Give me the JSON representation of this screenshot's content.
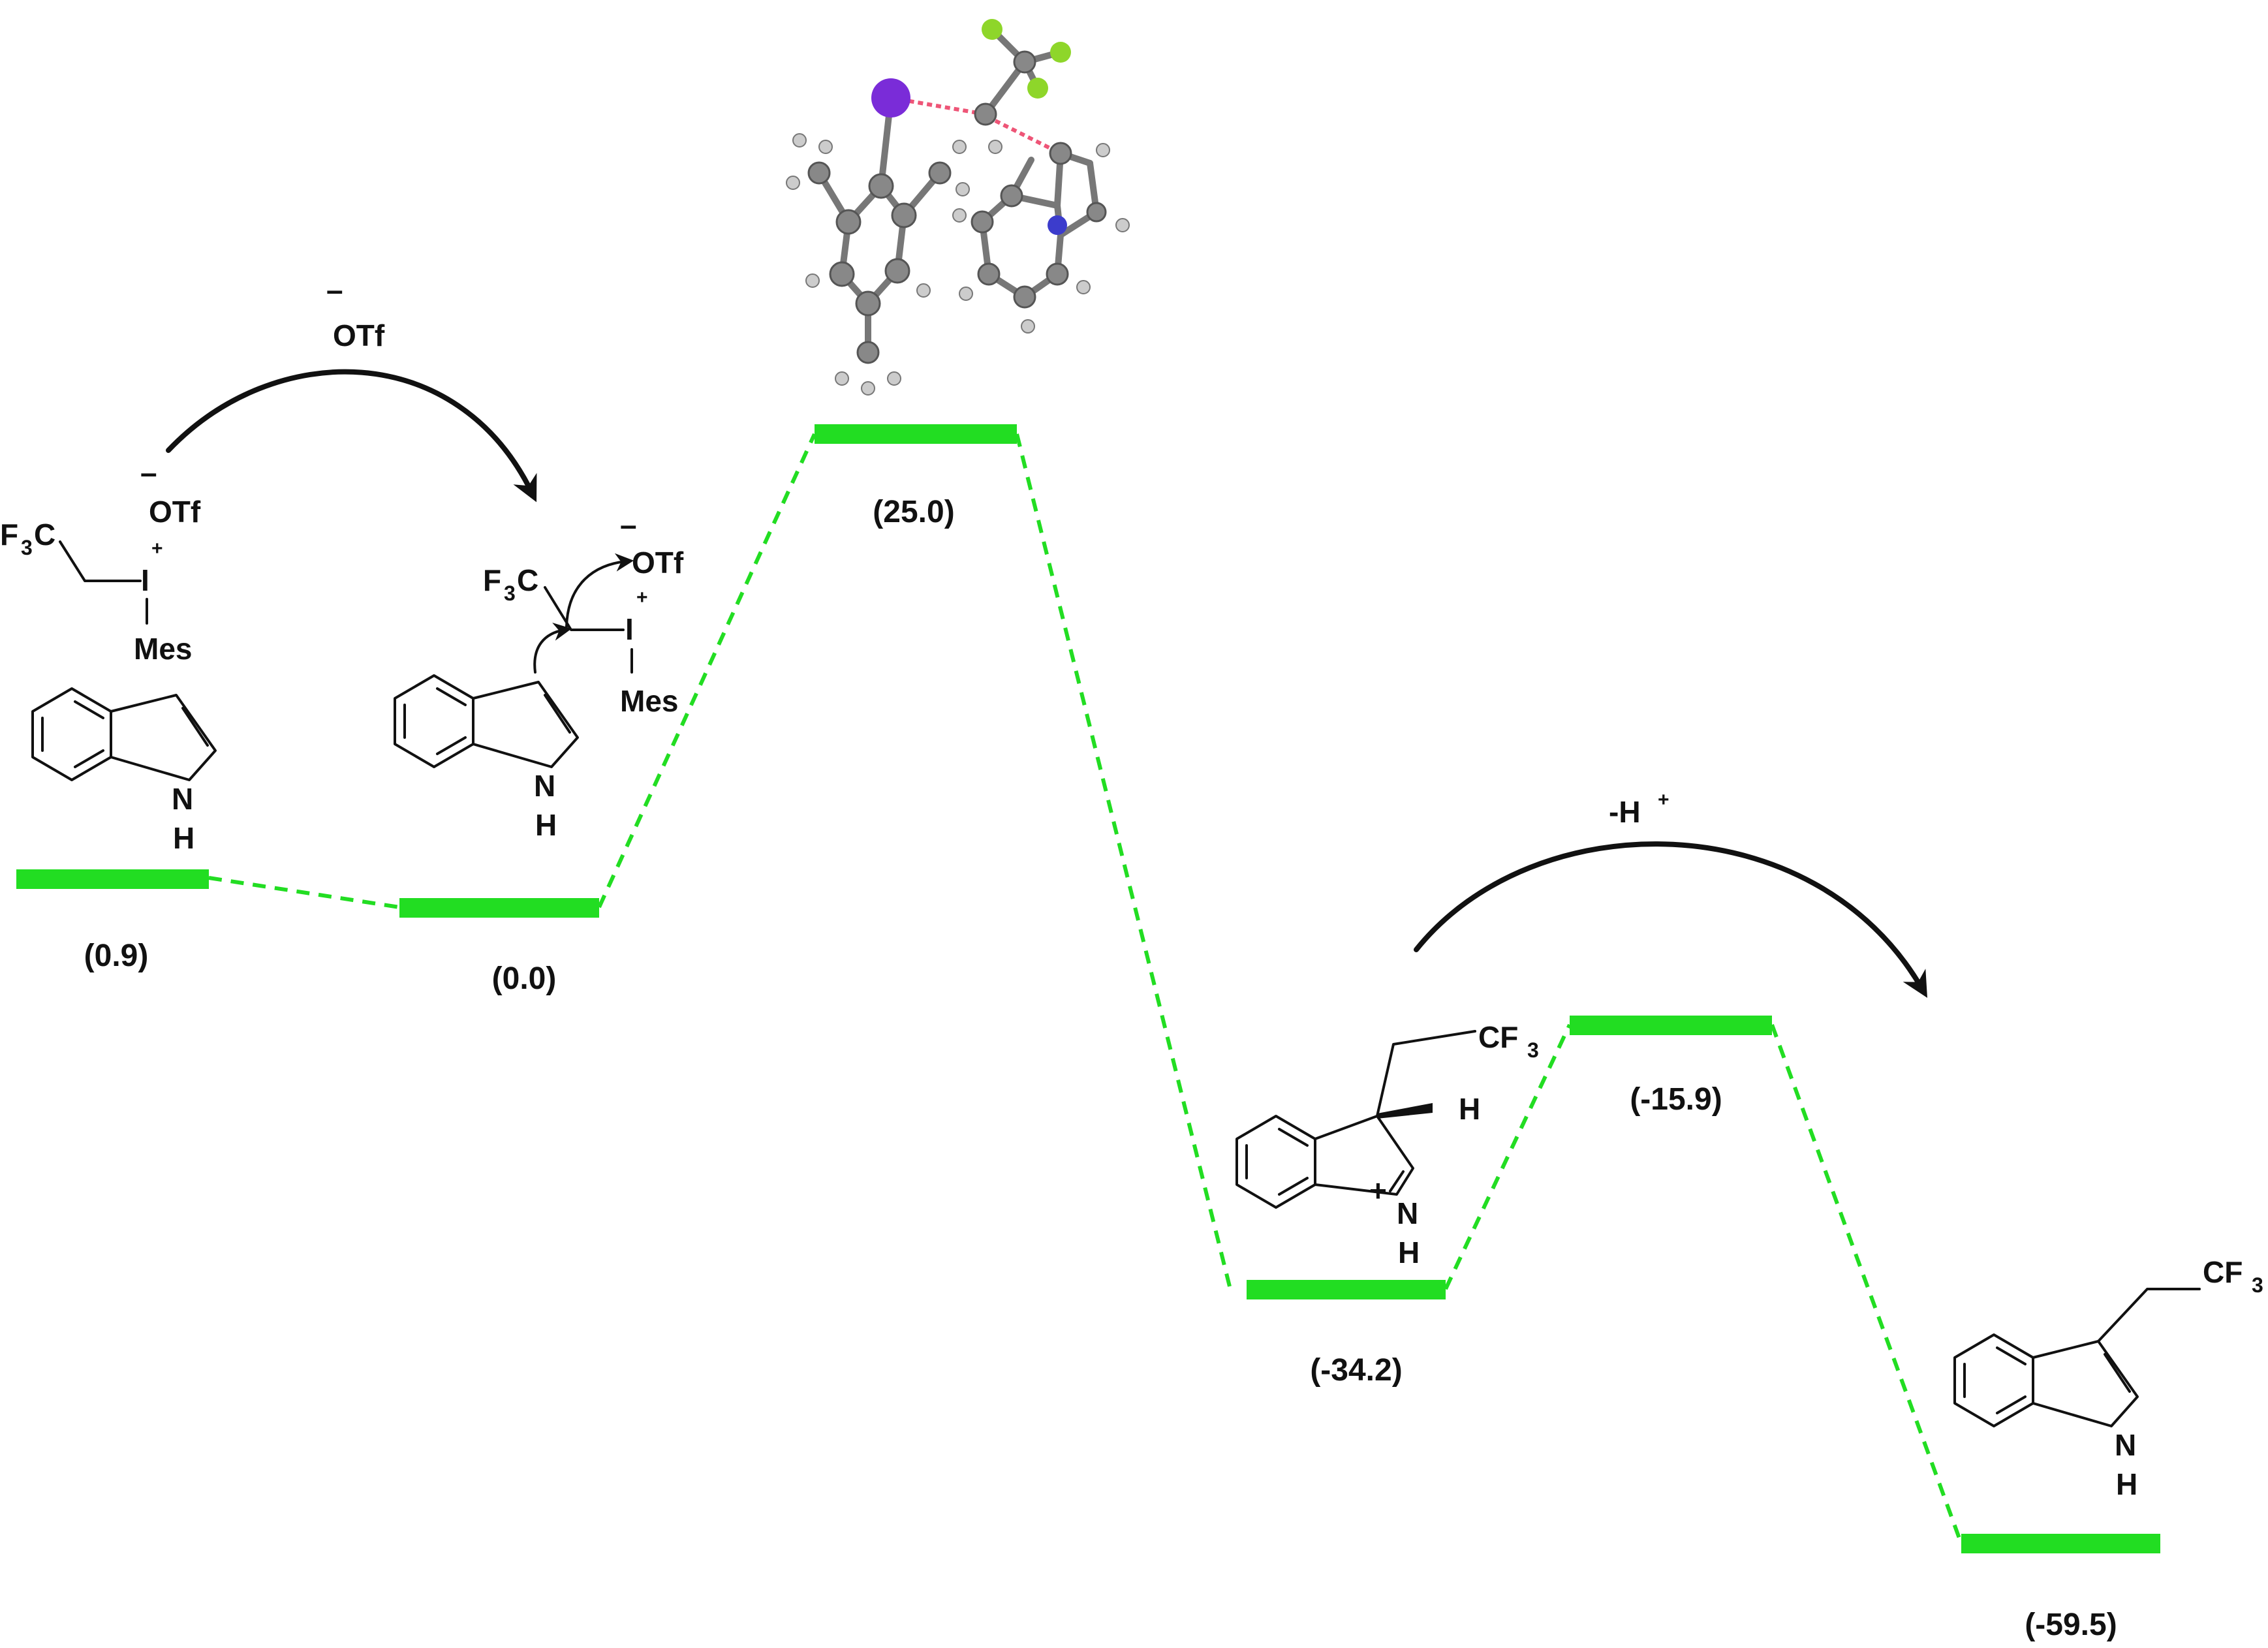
{
  "energies": {
    "reactant": "(0.9)",
    "complex": "(0.0)",
    "ts1": "(25.0)",
    "intermediate": "(-34.2)",
    "ts2": "(-15.9)",
    "product": "(-59.5)"
  },
  "labels": {
    "otf_top": "OTf",
    "otf_reactant": "OTf",
    "otf_complex": "OTf",
    "i_reactant": "I",
    "i_complex": "I",
    "mes_reactant": "Mes",
    "mes_complex": "Mes",
    "f3c_reactant": "F",
    "f3c_reactant_sub": "3",
    "f3c_reactant_c": "C",
    "f3c_complex": "F",
    "f3c_complex_sub": "3",
    "f3c_complex_c": "C",
    "nh_n": "N",
    "nh_h": "H",
    "cf3_c": "CF",
    "cf3_sub": "3",
    "minus_h": "-H",
    "plus": "+",
    "minus": "–",
    "h_wedge": "H"
  },
  "colors": {
    "level": "#22dd22",
    "iodine": "#7a2cd8",
    "fluorine": "#8ed62a",
    "carbon": "#888888",
    "nitrogen": "#3c3ccc",
    "contact": "#ee5577"
  }
}
